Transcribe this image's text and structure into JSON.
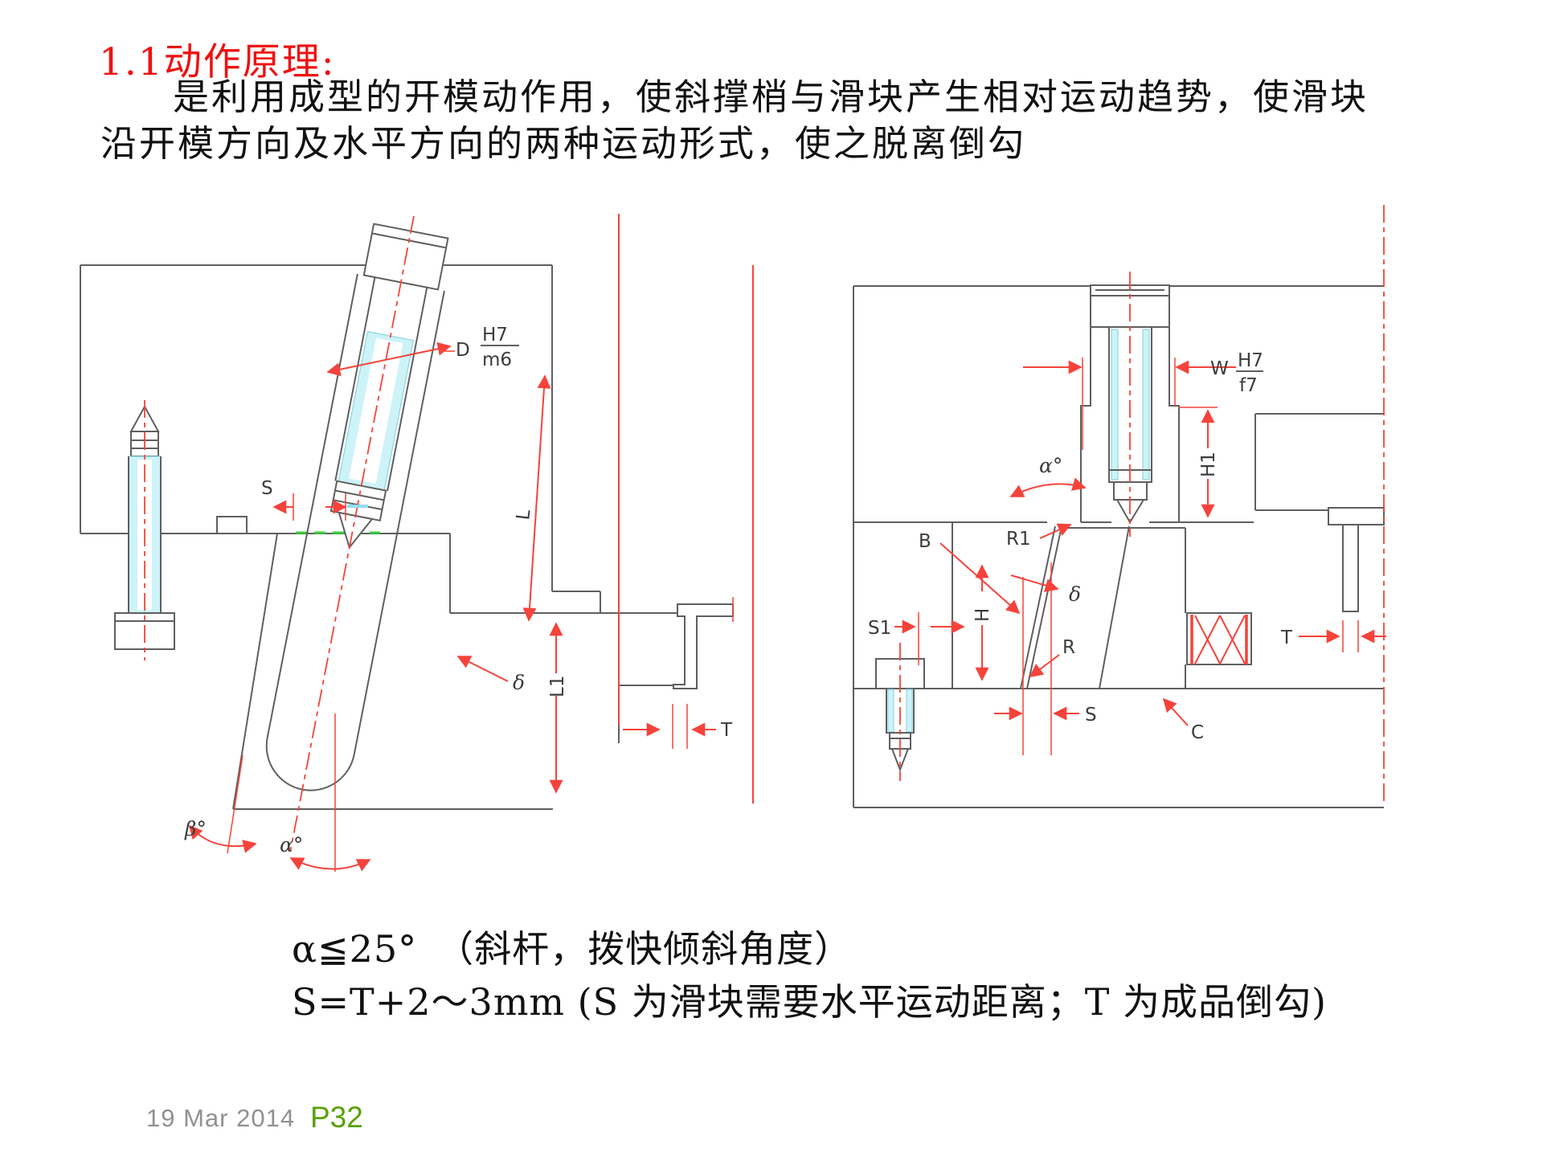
{
  "slide": {
    "title": "1.1动作原理:",
    "body_line1": "是利用成型的开模动作用，使斜撑梢与滑块产生相对运动趋势，使滑块",
    "body_line2": "沿开模方向及水平方向的两种运动形式，使之脱离倒勾",
    "formula_line1": "α≦25°　（斜杆，拨快倾斜角度）",
    "formula_line2": "S=T+2～3mm (S 为滑块需要水平运动距离；T 为成品倒勾)",
    "footer_date": "19 Mar 2014",
    "footer_page": "P32"
  },
  "colors": {
    "title_red": "#ee1111",
    "dim_red": "#f5433b",
    "line_gray": "#5f5f5f",
    "pin_cyan": "#cdf3f8",
    "green_dash": "#37cf3d",
    "footer_gray": "#8f9193",
    "page_green": "#5aa00a"
  },
  "diagrams": {
    "left": {
      "d_label": "D",
      "d_fit_num": "H7",
      "d_fit_den": "m6",
      "s": "S",
      "l": "L",
      "l1": "L1",
      "delta": "δ",
      "t": "T",
      "beta": "β°",
      "alpha": "α°"
    },
    "right": {
      "w_label": "W",
      "w_fit_num": "H7",
      "w_fit_den": "f7",
      "h1": "H1",
      "alpha": "α°",
      "b": "B",
      "r1": "R1",
      "delta": "δ",
      "h": "H",
      "s1": "S1",
      "r": "R",
      "s": "S",
      "c": "C",
      "t": "T"
    }
  }
}
